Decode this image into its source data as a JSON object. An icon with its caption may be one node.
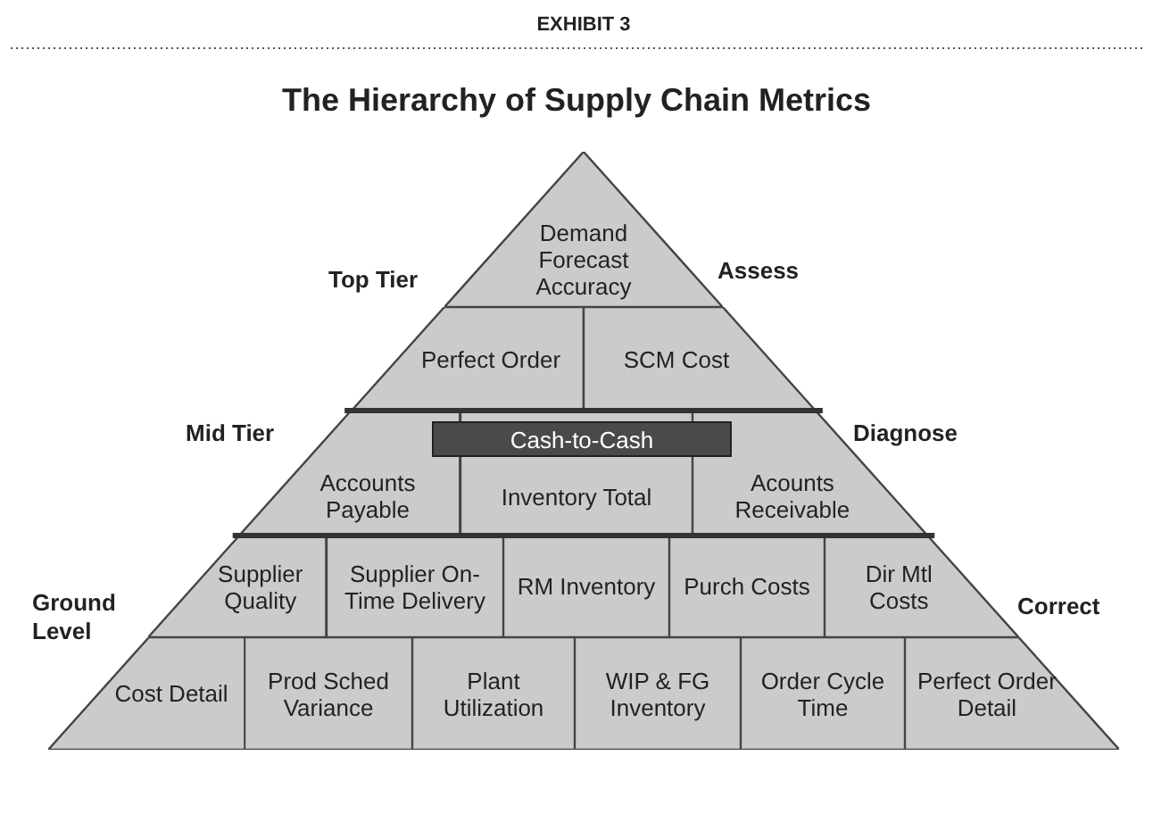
{
  "diagram": {
    "title": "The Hierarchy of Supply Chain Metrics",
    "nodes": [
      {
        "text": [
          "Demand Forecast Accuracy"
        ]
      },
      {
        "text": [
          "Perfect Order"
        ]
      },
      {
        "text": [
          "SCM Cost"
        ]
      },
      {
        "text": [
          "Cash-to-Cash"
        ]
      },
      {
        "text": [
          "Accounts Payable"
        ]
      },
      {
        "text": [
          "Inventory Total"
        ]
      },
      {
        "text": [
          "Acounts Receivable"
        ]
      },
      {
        "text": [
          "Supplier Quality"
        ]
      },
      {
        "text": [
          "Supplier On-Time Delivery"
        ]
      },
      {
        "text": [
          "RM Inventory"
        ]
      },
      {
        "text": [
          "Purch Costs"
        ]
      },
      {
        "text": [
          "Dir Mtl Costs"
        ]
      },
      {
        "text": [
          "Cost Detail"
        ]
      },
      {
        "text": [
          "Prod Sched Variance"
        ]
      },
      {
        "text": [
          "Plant Utilization"
        ]
      },
      {
        "text": [
          "WIP & FG Inventory"
        ]
      },
      {
        "text": [
          "Order Cycle Time"
        ]
      },
      {
        "text": [
          "Perfect Order Detail"
        ]
      }
    ],
    "labels": [
      "EXHIBIT 3",
      "Top Tier",
      "Assess",
      "Mid Tier",
      "Diagnose",
      "Ground Level",
      "Correct"
    ]
  }
}
